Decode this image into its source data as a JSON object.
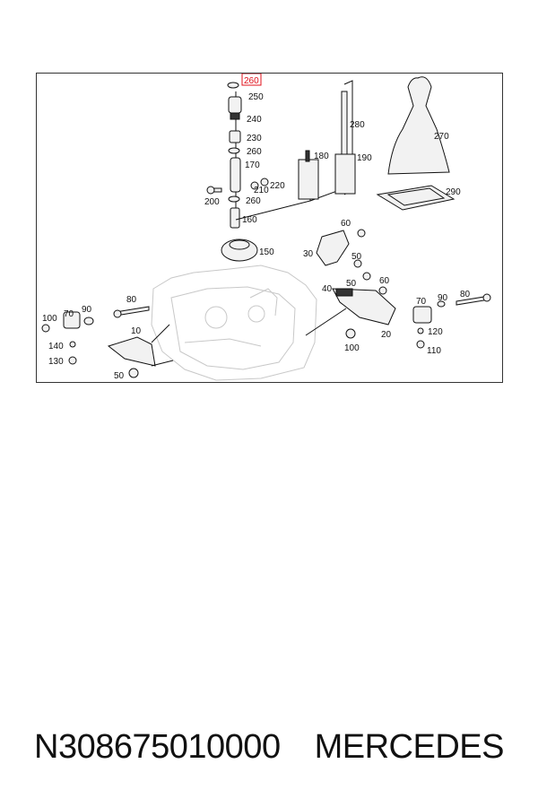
{
  "caption": {
    "part_number": "N308675010000",
    "brand": "MERCEDES"
  },
  "diagram": {
    "highlight_color": "#e0101b",
    "highlighted_callout": "260",
    "callouts": {
      "c260_top": "260",
      "c250": "250",
      "c240": "240",
      "c230": "230",
      "c260_mid": "260",
      "c170": "170",
      "c210": "210",
      "c220": "220",
      "c200": "200",
      "c260_low": "260",
      "c160": "160",
      "c150": "150",
      "c180": "180",
      "c190": "190",
      "c280": "280",
      "c270": "270",
      "c290": "290",
      "c60_a": "60",
      "c30": "30",
      "c50_a": "50",
      "c40": "40",
      "c50_b": "50",
      "c60_b": "60",
      "c70_r": "70",
      "c90_r": "90",
      "c80_r": "80",
      "c20": "20",
      "c100_r": "100",
      "c120": "120",
      "c110": "110",
      "c80_l": "80",
      "c90_l": "90",
      "c70_l": "70",
      "c100_l": "100",
      "c10": "10",
      "c140": "140",
      "c130": "130",
      "c50_l": "50"
    }
  }
}
